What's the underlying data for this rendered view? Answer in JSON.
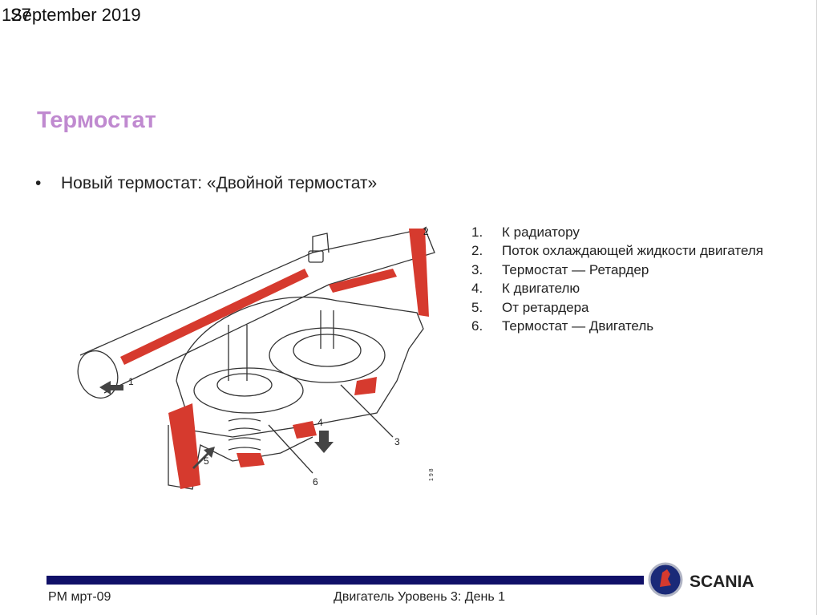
{
  "header": {
    "slide_number": "127",
    "date": "September 2019"
  },
  "slide": {
    "title": "Термостат",
    "bullet": "Новый термостат: «Двойной термостат»"
  },
  "legend": {
    "items": [
      {
        "num": "1.",
        "label": "К радиатору"
      },
      {
        "num": "2.",
        "label": "Поток охлаждающей жидкости двигателя"
      },
      {
        "num": "3.",
        "label": "Термостат — Ретардер"
      },
      {
        "num": "4.",
        "label": "К двигателю"
      },
      {
        "num": "5.",
        "label": "От ретардера"
      },
      {
        "num": "6.",
        "label": "Термостат — Двигатель"
      }
    ]
  },
  "diagram": {
    "callouts": [
      "1",
      "2",
      "3",
      "4",
      "5",
      "6"
    ],
    "code": "1 9 8"
  },
  "footer": {
    "left": "PM мрт-09",
    "center": "Двигатель Уровень 3: День 1"
  },
  "brand": {
    "name": "SCANIA",
    "bar_color": "#101068",
    "title_color": "#c08ad0",
    "section_color": "#d63a2e"
  }
}
